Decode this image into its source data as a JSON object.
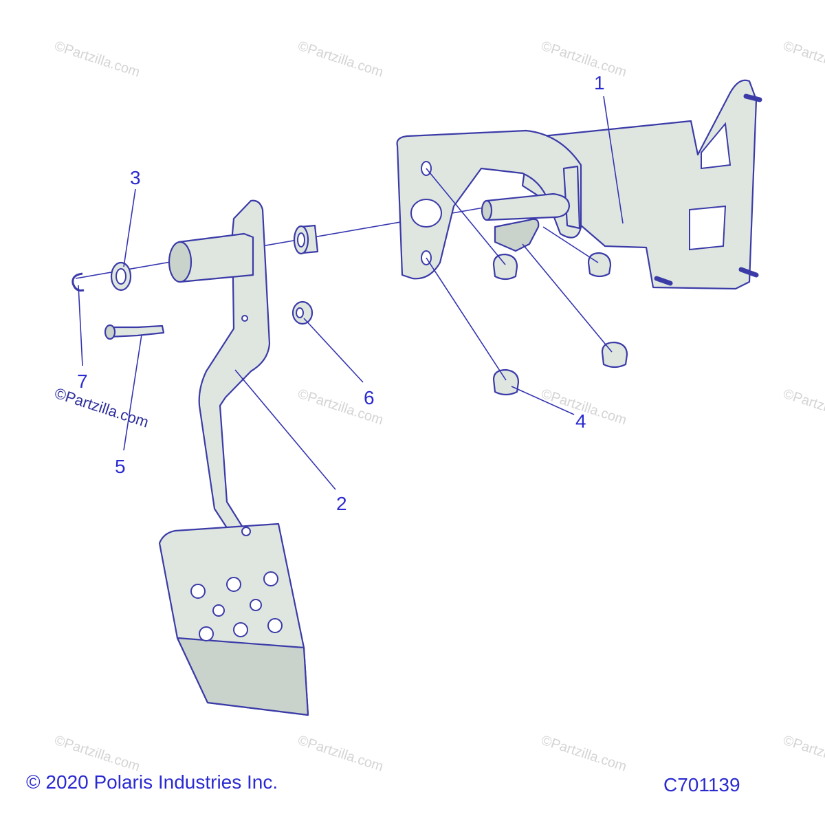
{
  "callouts": {
    "c1": "1",
    "c2": "2",
    "c3": "3",
    "c4": "4",
    "c5": "5",
    "c6": "6",
    "c7": "7"
  },
  "watermark": "©Partzilla.com",
  "footer": {
    "copyright": "© 2020 Polaris Industries Inc.",
    "diagram_code": "C701139"
  },
  "colors": {
    "line": "#3b3ba8",
    "part_fill": "#dfe6e0",
    "callout": "#2a2ad0",
    "watermark": "#d4d4d4"
  }
}
